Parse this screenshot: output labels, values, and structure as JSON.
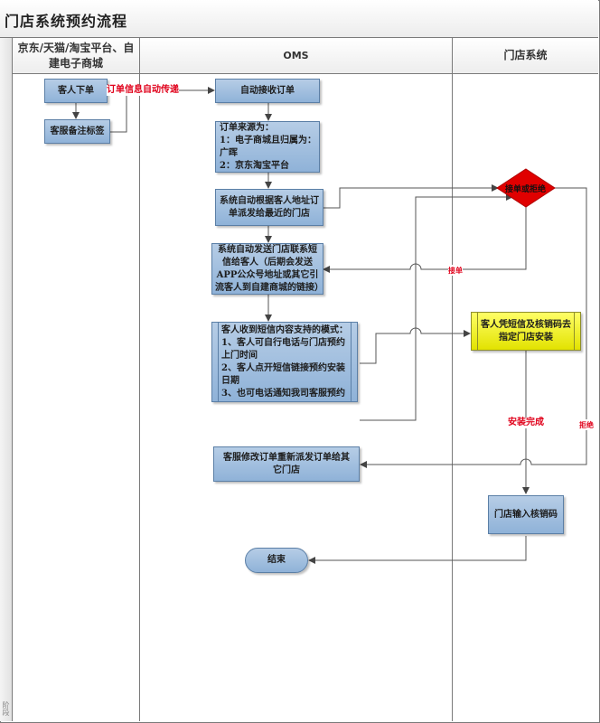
{
  "title": "门店系统预约流程",
  "side_label": "阶段",
  "lanes": [
    {
      "id": "platform",
      "label": "京东/天猫/淘宝平台、自建电子商城"
    },
    {
      "id": "oms",
      "label": "OMS"
    },
    {
      "id": "store",
      "label": "门店系统"
    }
  ],
  "nodes": {
    "customer_order": "客人下单",
    "cs_tag": "客服备注标签",
    "auto_receive": "自动接收订单",
    "order_source": [
      "订单来源为：",
      "1：电子商城且归属为：",
      "广晖",
      "2：京东淘宝平台"
    ],
    "auto_dispatch": "系统自动根据客人地址订单派发给最近的门店",
    "auto_sms": "系统自动发送门店联系短信给客人（后期会发送APP公众号地址或其它引流客人到自建商城的链接）",
    "sms_modes": [
      "客人收到短信内容支持的模式：",
      "1、客人可自行电话与门店预约上门时间",
      "2、客人点开短信链接预约安装日期",
      "3、也可电话通知我司客服预约"
    ],
    "decision": "接单或拒绝",
    "store_install": "客人凭短信及核销码去指定门店安装",
    "cs_redispatch": "客服修改订单重新派发订单给其它门店",
    "store_verify": "门店输入核销码",
    "end": "结束"
  },
  "edge_labels": {
    "auto_transfer": "订单信息自动传递",
    "accept": "接单",
    "install_done": "安装完成",
    "reject": "拒绝"
  },
  "colors": {
    "process_fill": "#9dbde0",
    "decision_fill": "#e00000",
    "highlight_fill": "#f2f200",
    "label_red": "#e0001a",
    "line": "#555555"
  }
}
